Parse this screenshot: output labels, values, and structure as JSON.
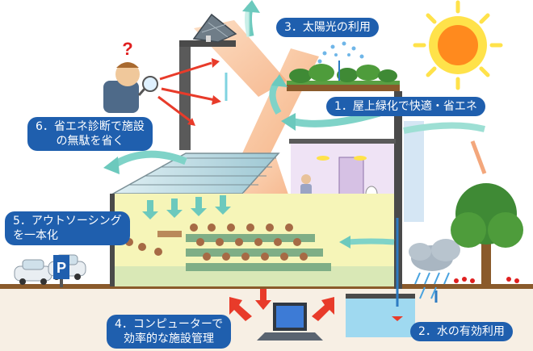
{
  "labels": {
    "solar": "3．太陽光の利用",
    "rooftop": "1．屋上緑化で快適・省エネ",
    "diagnosis": [
      "6．省エネ診断で施設",
      "の無駄を省く"
    ],
    "outsourcing": [
      "5．アウトソーシング",
      "を一本化"
    ],
    "computer": [
      "4．コンピューターで",
      "効率的な施設管理"
    ],
    "water": "2．水の有効利用"
  },
  "signs": {
    "parking": "P",
    "question": "?"
  },
  "colors": {
    "label_bg": "#1f5fae",
    "sky_arrow": "#7fd3c8",
    "sun_core": "#ff8a1e",
    "sun_rays": "#ffe24a",
    "warm_arrow": "#f7b98a",
    "red_arrow": "#e83b2a",
    "ground": "#8a5a2b"
  },
  "icons": [
    "sun-icon",
    "solar-panel-icon",
    "magnifier-person-icon",
    "parking-sign-icon",
    "laptop-icon",
    "rain-cloud-icon",
    "tree-icon",
    "car-icon"
  ]
}
